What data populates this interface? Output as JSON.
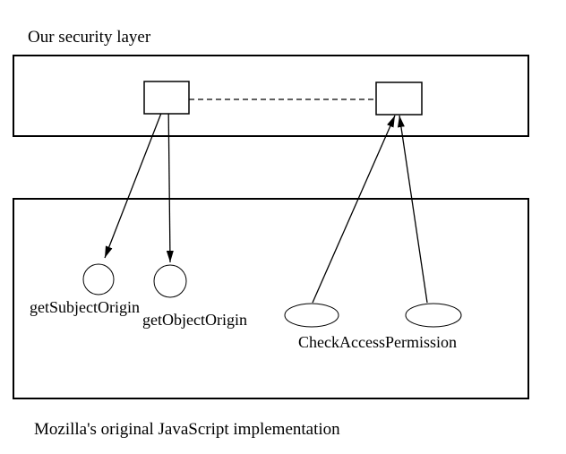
{
  "diagram": {
    "title": "Our security layer",
    "caption": "Mozilla's original JavaScript implementation",
    "nodes": {
      "get_subject_origin": "getSubjectOrigin",
      "get_object_origin": "getObjectOrigin",
      "check_access_permission": "CheckAccessPermission"
    },
    "colors": {
      "ink": "#000000",
      "background": "#ffffff"
    },
    "structure": {
      "layers": [
        {
          "label": "Our security layer",
          "shape": "rectangle",
          "contains": [
            "security-box-left",
            "security-box-right"
          ]
        },
        {
          "label": "Mozilla's original JavaScript implementation",
          "shape": "rectangle",
          "contains": [
            "getSubjectOrigin circle",
            "getObjectOrigin circle",
            "CheckAccessPermission ellipse-left",
            "CheckAccessPermission ellipse-right"
          ]
        }
      ],
      "edges": [
        {
          "from": "security-box-left",
          "to": "getSubjectOrigin circle",
          "style": "solid",
          "arrow": "to"
        },
        {
          "from": "security-box-left",
          "to": "getObjectOrigin circle",
          "style": "solid",
          "arrow": "to"
        },
        {
          "from": "CheckAccessPermission ellipse-left",
          "to": "security-box-right",
          "style": "solid",
          "arrow": "to"
        },
        {
          "from": "CheckAccessPermission ellipse-right",
          "to": "security-box-right",
          "style": "solid",
          "arrow": "to"
        },
        {
          "from": "security-box-left",
          "to": "security-box-right",
          "style": "dashed",
          "arrow": "none"
        }
      ]
    }
  }
}
